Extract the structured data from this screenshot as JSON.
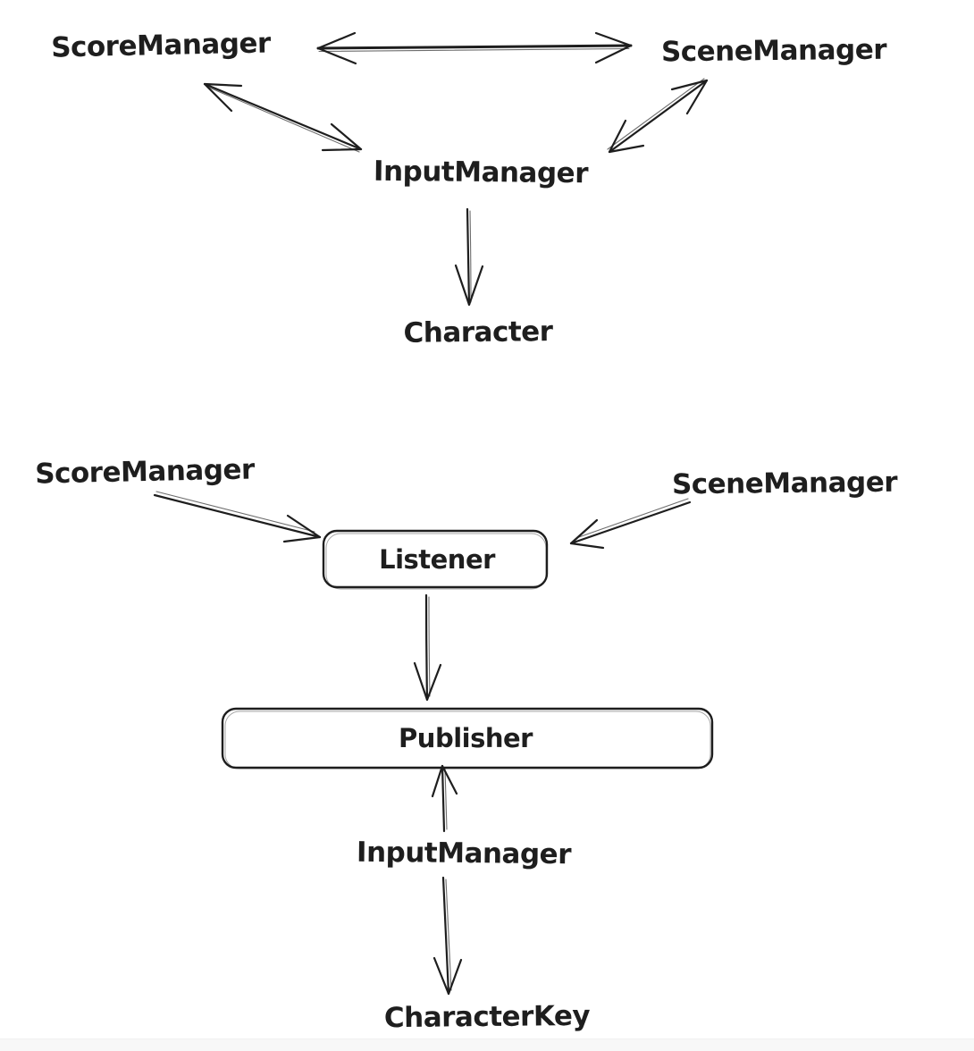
{
  "canvas": {
    "background_color": "#ffffff",
    "stroke_color": "#1e1e1e",
    "footer_strip_color": "#f8f8f8",
    "style": "hand-drawn whiteboard sketch"
  },
  "top_diagram": {
    "nodes": {
      "score_manager": "ScoreManager",
      "scene_manager": "SceneManager",
      "input_manager": "InputManager",
      "character": "Character"
    },
    "edges": [
      {
        "from": "ScoreManager",
        "to": "SceneManager",
        "direction": "bidirectional"
      },
      {
        "from": "ScoreManager",
        "to": "InputManager",
        "direction": "bidirectional"
      },
      {
        "from": "SceneManager",
        "to": "InputManager",
        "direction": "bidirectional"
      },
      {
        "from": "InputManager",
        "to": "Character",
        "direction": "one-way"
      }
    ]
  },
  "bottom_diagram": {
    "nodes": {
      "score_manager": "ScoreManager",
      "scene_manager": "SceneManager",
      "listener_box": "Listener",
      "publisher_box": "Publisher",
      "input_manager": "InputManager",
      "character_key": "CharacterKey"
    },
    "edges": [
      {
        "from": "ScoreManager",
        "to": "Listener",
        "direction": "one-way"
      },
      {
        "from": "SceneManager",
        "to": "Listener",
        "direction": "one-way"
      },
      {
        "from": "Listener",
        "to": "Publisher",
        "direction": "one-way"
      },
      {
        "from": "InputManager",
        "to": "Publisher",
        "direction": "one-way"
      },
      {
        "from": "InputManager",
        "to": "CharacterKey",
        "direction": "one-way"
      }
    ]
  }
}
